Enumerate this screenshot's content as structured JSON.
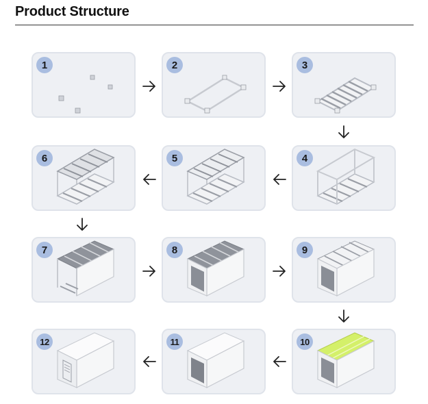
{
  "header": {
    "title": "Product Structure"
  },
  "steps": [
    {
      "label": "1"
    },
    {
      "label": "2"
    },
    {
      "label": "3"
    },
    {
      "label": "4"
    },
    {
      "label": "5"
    },
    {
      "label": "6"
    },
    {
      "label": "7"
    },
    {
      "label": "8"
    },
    {
      "label": "9"
    },
    {
      "label": "10"
    },
    {
      "label": "11"
    },
    {
      "label": "12"
    }
  ],
  "colors": {
    "badge": "#a9bde0",
    "panel": "#eef0f4",
    "panel_border": "#dfe3ea",
    "floor_green": "#d4f06a",
    "arrow": "#222222"
  },
  "arrows": [
    {
      "icon": "arrow-right-icon"
    },
    {
      "icon": "arrow-right-icon"
    },
    {
      "icon": "arrow-down-icon"
    },
    {
      "icon": "arrow-left-icon"
    },
    {
      "icon": "arrow-left-icon"
    },
    {
      "icon": "arrow-down-icon"
    },
    {
      "icon": "arrow-right-icon"
    },
    {
      "icon": "arrow-right-icon"
    },
    {
      "icon": "arrow-down-icon"
    },
    {
      "icon": "arrow-left-icon"
    },
    {
      "icon": "arrow-left-icon"
    }
  ]
}
